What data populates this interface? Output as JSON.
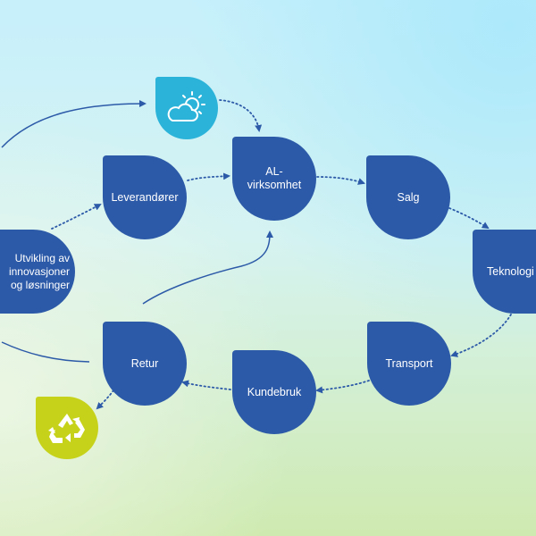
{
  "nodes": {
    "leverandorer": "Leverandører",
    "al_virksomhet": "AL-\nvirksomhet",
    "salg": "Salg",
    "teknologi": "Teknologi",
    "transport": "Transport",
    "kundebruk": "Kundebruk",
    "retur": "Retur",
    "utvikling": "Utvikling av\ninnovasjoner\nog løsninger"
  },
  "badges": {
    "weather": {
      "icon": "sun-cloud-icon",
      "color": "#2bb3d9"
    },
    "recycle": {
      "icon": "recycle-icon",
      "color": "#c6d21a"
    }
  },
  "colors": {
    "node": "#2d5aa8",
    "arrow": "#2d5aa8"
  }
}
